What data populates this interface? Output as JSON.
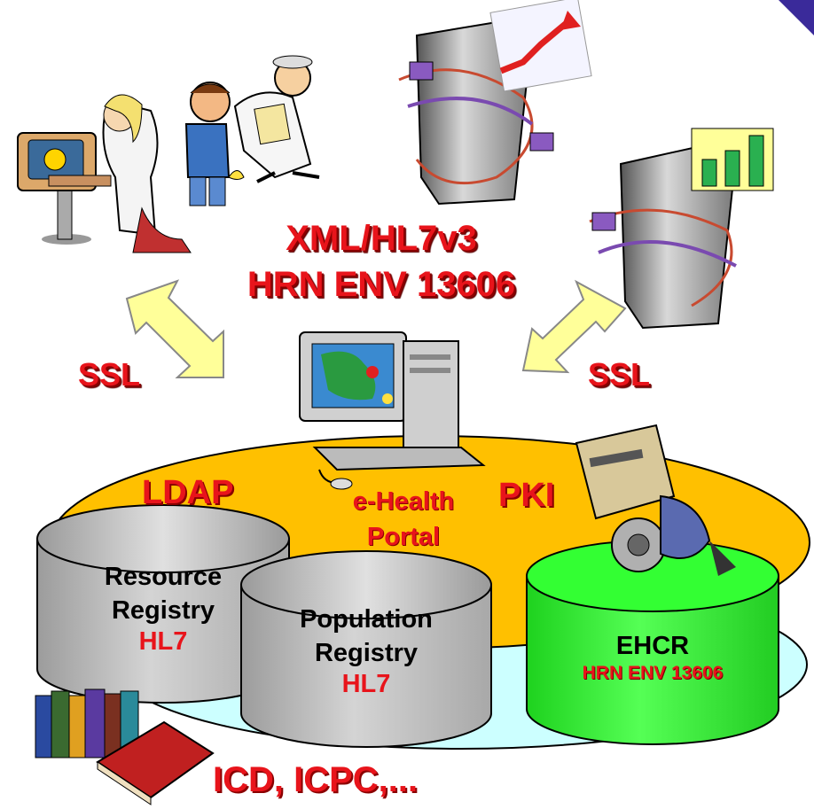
{
  "protocols": {
    "xml_hl7": "XML/HL7v3",
    "hrn_env": "HRN ENV 13606",
    "ssl_left": "SSL",
    "ssl_right": "SSL"
  },
  "platform": {
    "ldap": "LDAP",
    "pki": "PKI",
    "portal_line1": "e-Health",
    "portal_line2": "Portal"
  },
  "registries": {
    "resource": {
      "line1": "Resource",
      "line2": "Registry",
      "standard": "HL7"
    },
    "population": {
      "line1": "Population",
      "line2": "Registry",
      "standard": "HL7"
    },
    "ehcr": {
      "title": "EHCR",
      "standard": "HRN ENV 13606"
    }
  },
  "classifications": "ICD, ICPC,...",
  "colors": {
    "label_red": "#e8141b",
    "platform_orange": "#ffc000",
    "base_cyan": "#ccffff",
    "registry_gray": "#c0c0c0",
    "ehcr_green": "#33ff33",
    "arrow_yellow": "#ffff99"
  }
}
